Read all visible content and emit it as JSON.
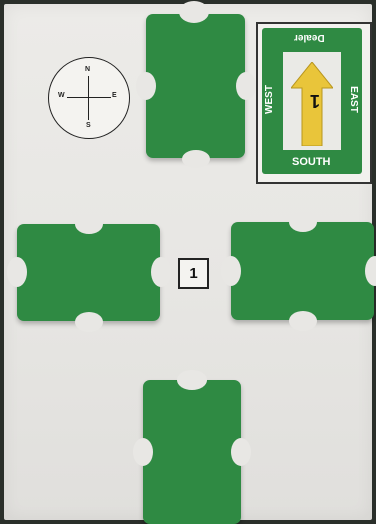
{
  "compass": {
    "n": "N",
    "s": "S",
    "e": "E",
    "w": "W"
  },
  "indicator": {
    "top": "Dealer",
    "left": "WEST",
    "right": "EAST",
    "bottom": "SOUTH",
    "arrow_number": "1"
  },
  "center_number": "1",
  "colors": {
    "card": "#2f8a43",
    "arrow": "#e9c53a",
    "board": "#e9e8e5"
  }
}
